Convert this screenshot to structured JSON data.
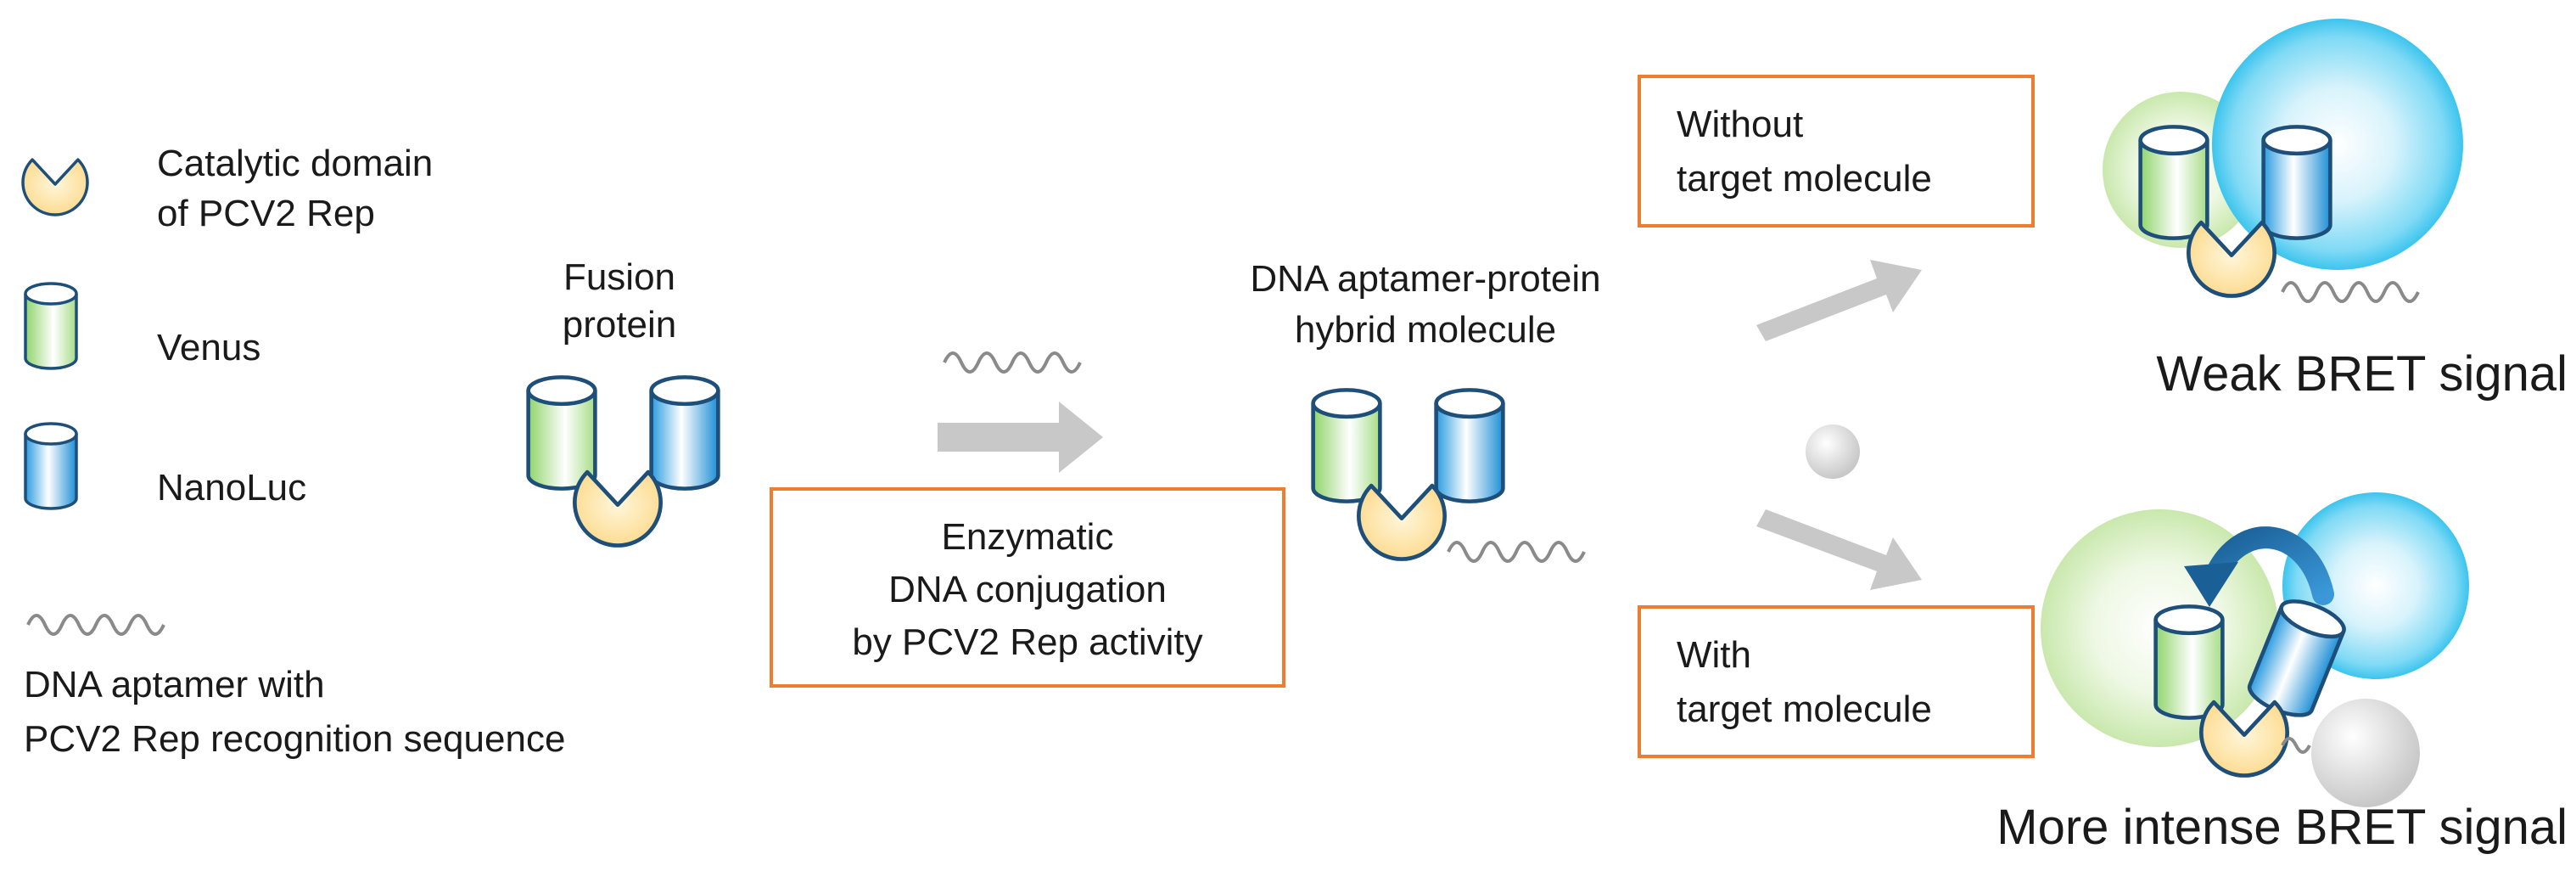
{
  "legend": {
    "catalytic_line1": "Catalytic domain",
    "catalytic_line2": "of PCV2 Rep",
    "venus": "Venus",
    "nanoluc": "NanoLuc",
    "aptamer_line1": "DNA aptamer with",
    "aptamer_line2": "PCV2 Rep recognition sequence"
  },
  "fusion": {
    "line1": "Fusion",
    "line2": "protein"
  },
  "conjugation": {
    "line1": "Enzymatic",
    "line2": "DNA conjugation",
    "line3": "by PCV2 Rep activity"
  },
  "hybrid": {
    "line1": "DNA aptamer-protein",
    "line2": "hybrid molecule"
  },
  "without_box": {
    "line1": "Without",
    "line2": "target molecule"
  },
  "with_box": {
    "line1": "With",
    "line2": "target molecule"
  },
  "outcomes": {
    "weak": "Weak BRET signal",
    "intense": "More intense BRET signal"
  },
  "colors": {
    "box_border": "#ed7d31",
    "venus_green": "#8fd46a",
    "nanoluc_blue": "#1e8fd6",
    "catalytic_yellow": "#fde6a3",
    "arrow_gray": "#c8c8c8",
    "glow_green": "#dcefc8",
    "glow_blue": "#46c8f0",
    "target_gray": "#d8d8d8"
  }
}
